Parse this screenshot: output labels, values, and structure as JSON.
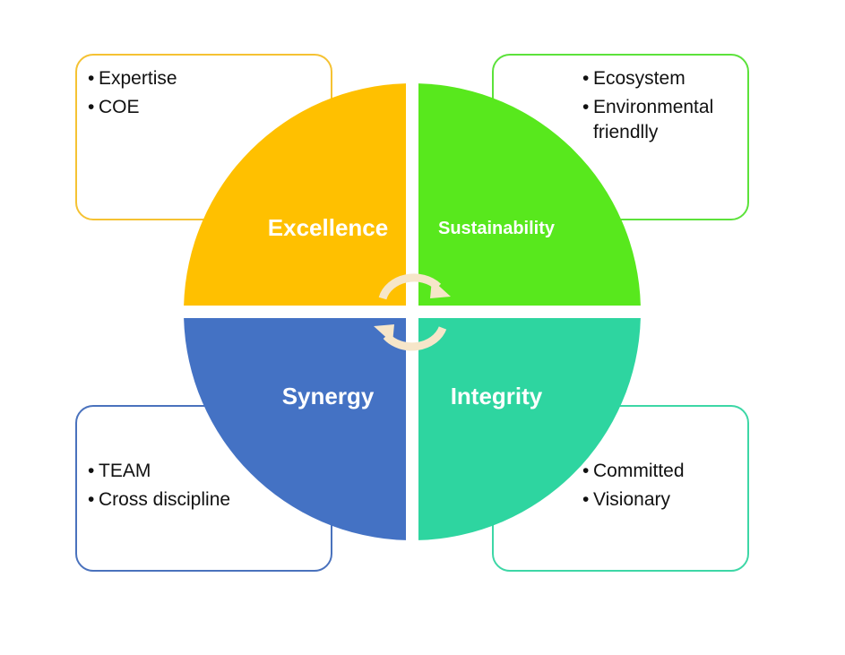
{
  "quadrants": {
    "top_left": {
      "title": "Excellence",
      "color": "#FFC000",
      "bullets": [
        "Expertise",
        "COE"
      ]
    },
    "top_right": {
      "title": "Sustainability",
      "color": "#58E81D",
      "bullets": [
        "Ecosystem",
        "Environmental friendlly"
      ]
    },
    "bottom_left": {
      "title": "Synergy",
      "color": "#4472C4",
      "bullets": [
        "TEAM",
        "Cross discipline"
      ]
    },
    "bottom_right": {
      "title": "Integrity",
      "color": "#2ED5A0",
      "bullets": [
        "Committed",
        "Visionary"
      ]
    }
  },
  "bullet_char": "•",
  "center_icon": "cycle-arrows-icon"
}
